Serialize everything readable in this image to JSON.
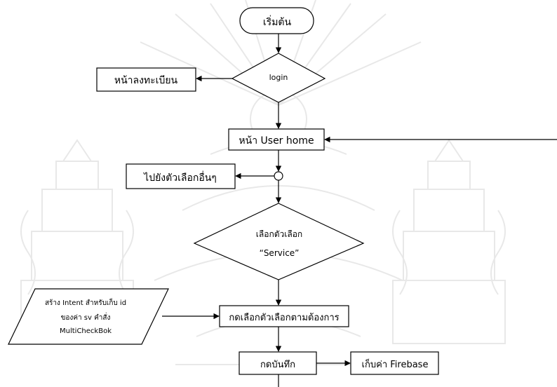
{
  "diagram": {
    "nodes": {
      "start": "เริ่มต้น",
      "login": "login",
      "register": "หน้าลงทะเบียน",
      "user_home": "หน้า User home",
      "other_options": "ไปยังตัวเลือกอื่นๆ",
      "select_service_line1": "เลือกตัวเลือก",
      "select_service_line2": "“Service”",
      "create_intent_line1": "สร้าง Intent สำหรับเก็บ id",
      "create_intent_line2": "ของค่า sv คำสั่ง",
      "create_intent_line3": "MultiCheckBok",
      "choose_options": "กดเลือกตัวเลือกตามต้องการ",
      "save": "กดบันทึก",
      "store_firebase": "เก็บค่า Firebase"
    },
    "colors": {
      "stroke": "#000000",
      "fill": "#ffffff",
      "watermark": "#c9c9c9"
    }
  }
}
